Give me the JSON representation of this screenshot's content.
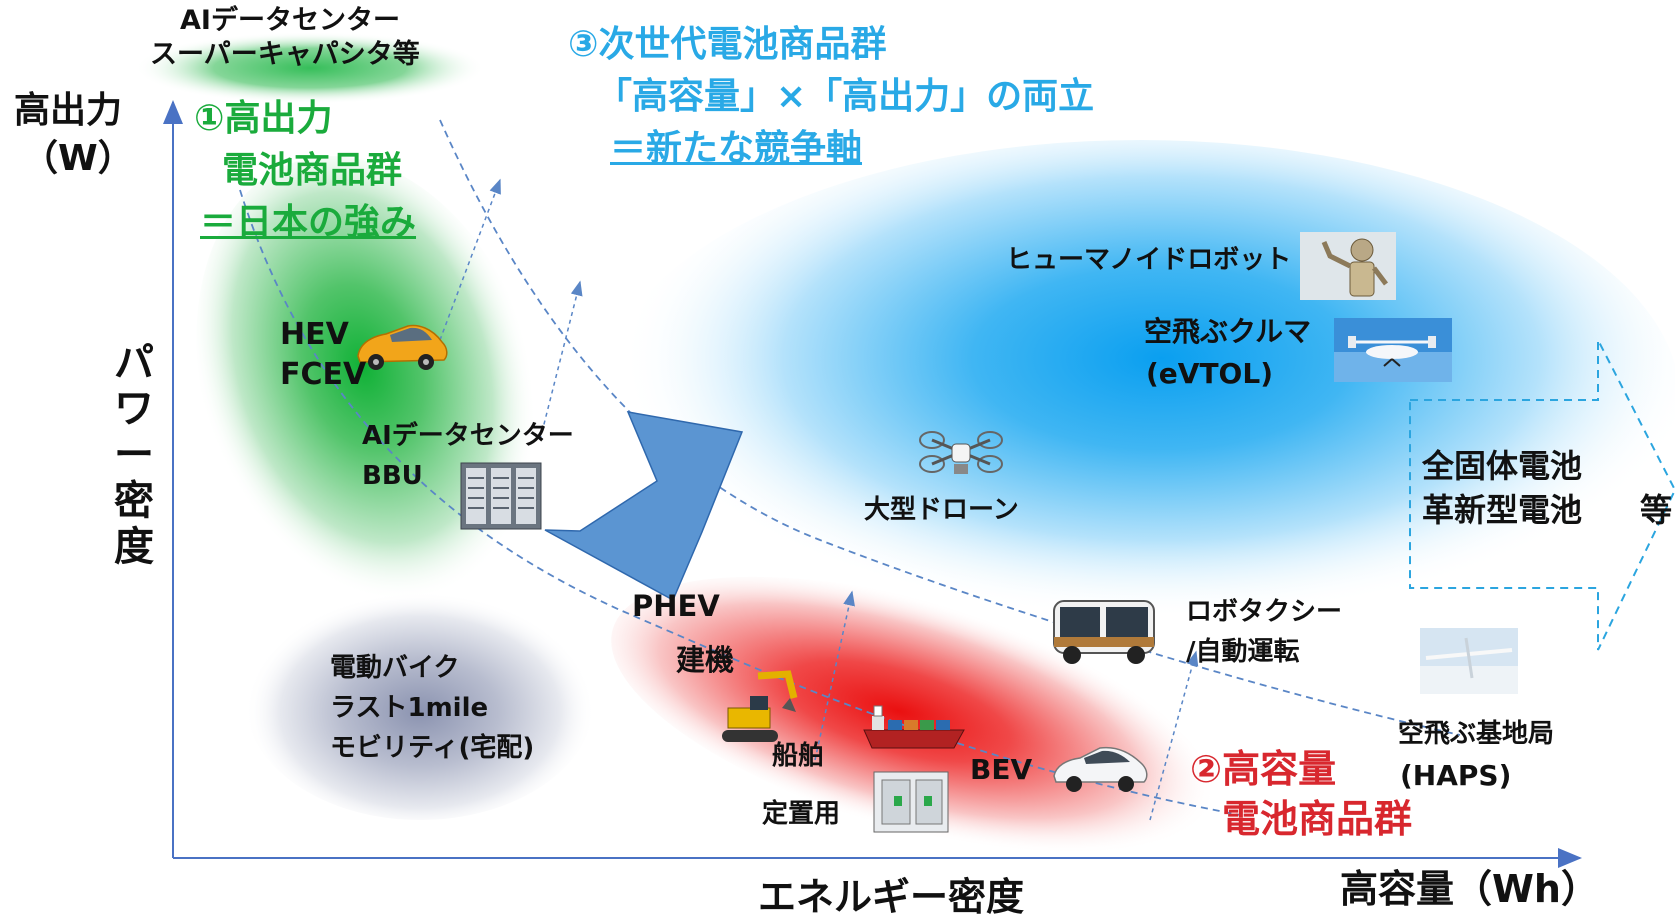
{
  "top_group": {
    "line1": "AIデータセンター",
    "line2": "スーパーキャパシタ等"
  },
  "axes": {
    "y_top_line1": "高出力",
    "y_top_line2": "（W）",
    "y_label_chars": [
      "パ",
      "ワ",
      "ー",
      "密",
      "度"
    ],
    "x_label": "エネルギー密度",
    "x_right": "高容量（Wh）"
  },
  "group1": {
    "line1": "①高出力",
    "line2": "電池商品群",
    "line3": "＝日本の強み"
  },
  "group2": {
    "line1": "②高容量",
    "line2": "電池商品群"
  },
  "group3": {
    "line1": "③次世代電池商品群",
    "line2": "「高容量」×「高出力」の両立",
    "line3": "＝新たな競争軸"
  },
  "items": {
    "hev_l1": "HEV",
    "hev_l2": "FCEV",
    "aidc_l1": "AIデータセンター",
    "aidc_l2": "BBU",
    "bike_l1": "電動バイク",
    "bike_l2": "ラスト1mile",
    "bike_l3": "モビリティ(宅配)",
    "phev": "PHEV",
    "construction": "建機",
    "ship": "船舶",
    "stationary": "定置用",
    "bev": "BEV",
    "humanoid": "ヒューマノイドロボット",
    "evtol_l1": "空飛ぶクルマ",
    "evtol_l2": "(eVTOL)",
    "drone": "大型ドローン",
    "robotaxi_l1": "ロボタクシー",
    "robotaxi_l2": "/自動運転",
    "haps_l1": "空飛ぶ基地局",
    "haps_l2": "(HAPS)",
    "solid_l1": "全固体電池",
    "solid_l2": "革新型電池",
    "solid_suffix": "等"
  },
  "colors": {
    "green": "#1aab3c",
    "blue": "#29a9e6",
    "red": "#d8272e",
    "arrow": "#5a93cf"
  }
}
